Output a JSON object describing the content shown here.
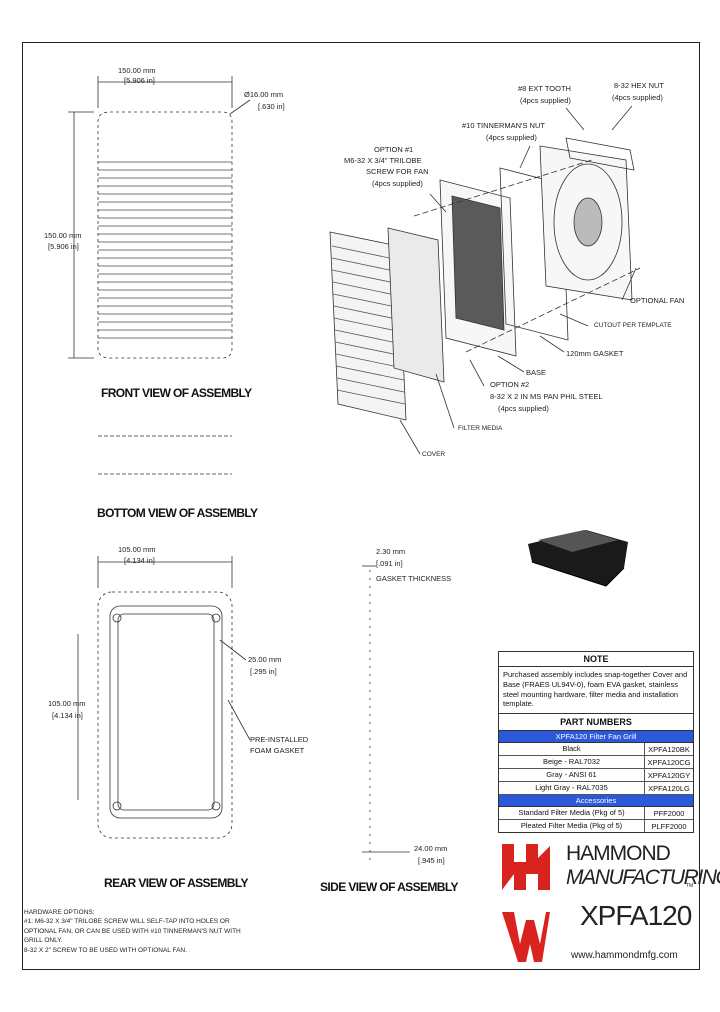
{
  "views": {
    "front": "FRONT VIEW OF ASSEMBLY",
    "bottom": "BOTTOM VIEW OF ASSEMBLY",
    "rear": "REAR VIEW OF ASSEMBLY",
    "side": "SIDE VIEW OF ASSEMBLY"
  },
  "dims": {
    "front_w_mm": "150.00 mm",
    "front_w_in": "[5.906 in]",
    "front_h_mm": "150.00 mm",
    "front_h_in": "[5.906 in]",
    "corner_r_mm": "Ø16.00 mm",
    "corner_r_in": "[.630 in]",
    "rear_w_mm": "105.00 mm",
    "rear_w_in": "[4.134 in]",
    "rear_h_mm": "105.00 mm",
    "rear_h_in": "[4.134 in]",
    "hole_mm": "25.00 mm",
    "hole_in": "[.295 in]",
    "gasket_mm": "2.30 mm",
    "gasket_in": "[.091 in]",
    "gasket_label": "GASKET THICKNESS",
    "side_mm": "24.00 mm",
    "side_in": "[.945 in]",
    "preinstalled": "PRE-INSTALLED",
    "foam": "FOAM GASKET"
  },
  "callouts": {
    "ext_tooth": "#8 EXT TOOTH",
    "ext_tooth_qty": "(4pcs supplied)",
    "hex_nut": "8-32 HEX NUT",
    "hex_nut_qty": "(4pcs supplied)",
    "tinnerman": "#10 TINNERMAN'S NUT",
    "tinnerman_qty": "(4pcs supplied)",
    "opt1_a": "OPTION #1",
    "opt1_b": "M6-32 X 3/4\" TRILOBE",
    "opt1_c": "SCREW FOR FAN",
    "opt1_d": "(4pcs supplied)",
    "optional_fan": "OPTIONAL FAN",
    "cutout": "CUTOUT PER TEMPLATE",
    "gasket": "120mm GASKET",
    "base": "BASE",
    "opt2_a": "OPTION #2",
    "opt2_b": "8-32 X 2 IN MS PAN PHIL STEEL",
    "opt2_c": "(4pcs supplied)",
    "filter_media": "FILTER MEDIA",
    "cover": "COVER"
  },
  "note": {
    "heading": "NOTE",
    "body": "Purchased assembly includes snap-together Cover and Base (FRAES UL94V-0), foam EVA gasket, stainless steel mounting hardware, filter media and installation template."
  },
  "parts": {
    "heading": "PART NUMBERS",
    "band1": "XPFA120 Filter Fan Grill",
    "rows": [
      {
        "desc": "Black",
        "pn": "XPFA120BK"
      },
      {
        "desc": "Beige - RAL7032",
        "pn": "XPFA120CG"
      },
      {
        "desc": "Gray - ANSI 61",
        "pn": "XPFA120GY"
      },
      {
        "desc": "Light Gray - RAL7035",
        "pn": "XPFA120LG"
      }
    ],
    "band2": "Accessories",
    "acc": [
      {
        "desc": "Standard Filter Media (Pkg of 5)",
        "pn": "PFF2000"
      },
      {
        "desc": "Pleated Filter Media (Pkg of 5)",
        "pn": "PLFF2000"
      }
    ]
  },
  "brand": {
    "line1": "HAMMOND",
    "line2": "MANUFACTURING",
    "tm": "TM",
    "model": "XPFA120",
    "url": "www.hammondmfg.com",
    "color": "#d8231f"
  },
  "hardware": {
    "l1": "HARDWARE OPTIONS:",
    "l2": "#1: M6-32 X 3/4\" TRILOBE SCREW WILL SELF-TAP INTO HOLES OR",
    "l3": "OPTIONAL FAN, OR CAN BE USED WITH #10 TINNERMAN'S NUT WITH",
    "l4": "GRILL ONLY.",
    "l5": "8-32 X 2\" SCREW TO BE USED WITH OPTIONAL FAN."
  }
}
